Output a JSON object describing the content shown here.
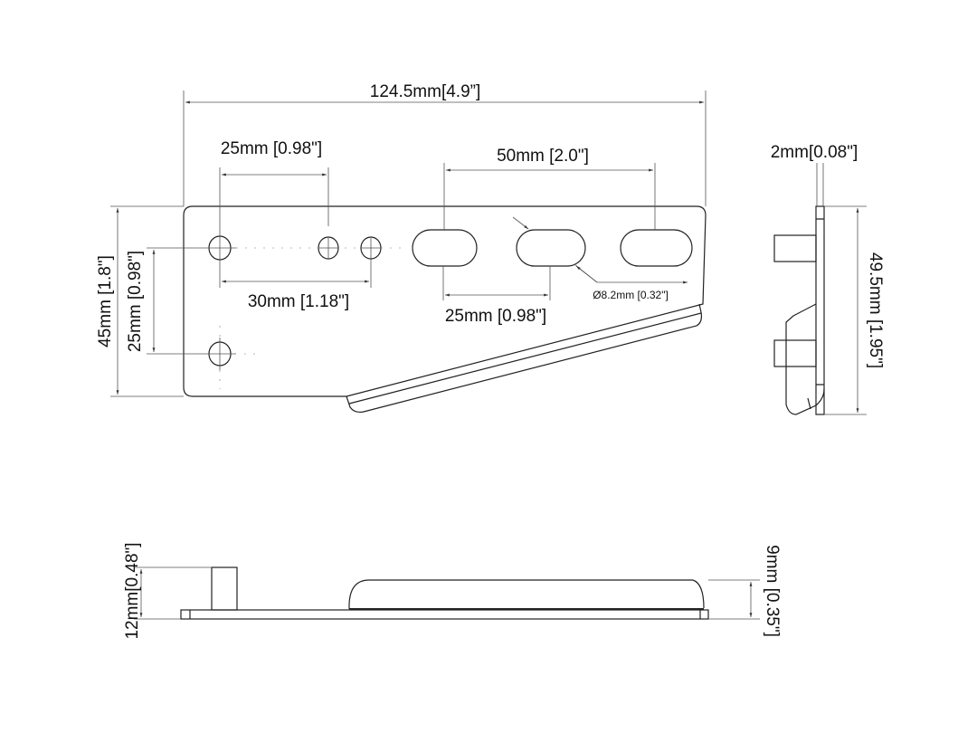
{
  "dimensions": {
    "overall_length": "124.5mm[4.9”]",
    "hole_spacing_top": "25mm [0.98\"]",
    "slot_spacing_top": "50mm [2.0\"]",
    "hole_spacing_bottom": "30mm [1.18\"]",
    "slot_spacing_bottom": "25mm [0.98\"]",
    "slot_diameter": "Ø8.2mm [0.32\"]",
    "overall_height": "45mm [1.8\"]",
    "vertical_hole_spacing": "25mm [0.98\"]",
    "thickness": "2mm[0.08\"]",
    "side_height": "49.5mm [1.95\"]",
    "post_height": "12mm[0.48\"]",
    "lip_height": "9mm [0.35\"]"
  }
}
